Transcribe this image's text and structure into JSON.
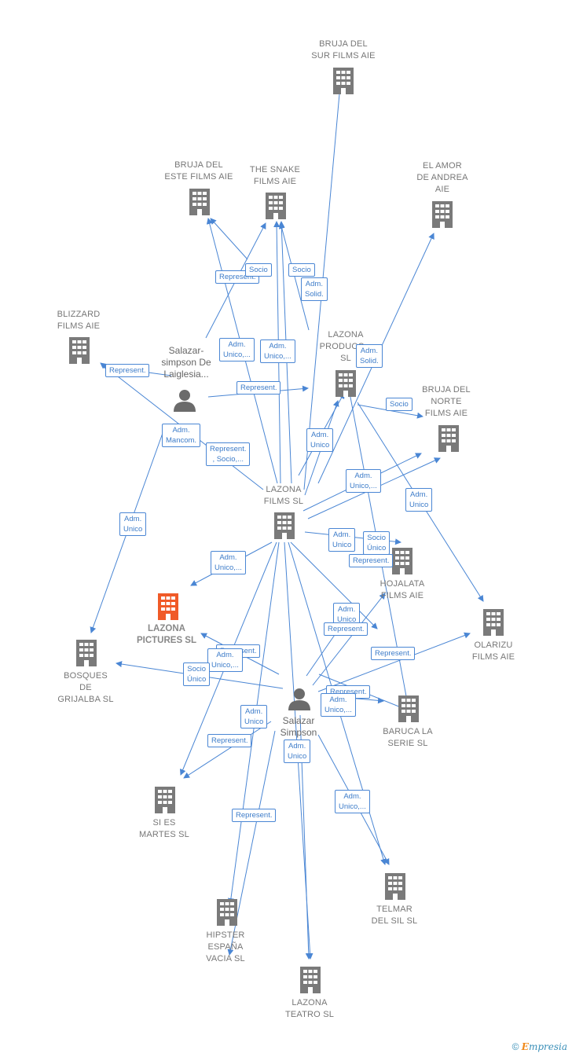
{
  "nodes": [
    {
      "id": "bruja_sur",
      "label": "BRUJA DEL\nSUR FILMS  AIE",
      "kind": "company"
    },
    {
      "id": "bruja_este",
      "label": "BRUJA DEL\nESTE FILMS AIE",
      "kind": "company"
    },
    {
      "id": "snake",
      "label": "THE SNAKE\nFILMS AIE",
      "kind": "company"
    },
    {
      "id": "amor",
      "label": "EL AMOR\nDE ANDREA\nAIE",
      "kind": "company"
    },
    {
      "id": "blizzard",
      "label": "BLIZZARD\nFILMS  AIE",
      "kind": "company"
    },
    {
      "id": "salazar_laiglesia",
      "label": "Salazar-\nsimpson De\nLaiglesia...",
      "kind": "person"
    },
    {
      "id": "lazona_prod",
      "label": "LAZONA\nPRODUCC...\nSL",
      "kind": "company"
    },
    {
      "id": "bruja_norte",
      "label": "BRUJA DEL\nNORTE\nFILMS AIE",
      "kind": "company"
    },
    {
      "id": "lazona_films",
      "label": "LAZONA\nFILMS SL",
      "kind": "company"
    },
    {
      "id": "hojalata",
      "label": "HOJALATA\nFILMS AIE",
      "kind": "company"
    },
    {
      "id": "lazona_pictures",
      "label": "LAZONA\nPICTURES  SL",
      "kind": "focus"
    },
    {
      "id": "olarizu",
      "label": "OLARIZU\nFILMS  AIE",
      "kind": "company"
    },
    {
      "id": "bosques",
      "label": "BOSQUES\nDE\nGRIJALBA SL",
      "kind": "company"
    },
    {
      "id": "salazar_simpson",
      "label": "Salazar\nSimpson",
      "kind": "person"
    },
    {
      "id": "baruca",
      "label": "BARUCA LA\nSERIE  SL",
      "kind": "company"
    },
    {
      "id": "si_es_martes",
      "label": "SI ES\nMARTES  SL",
      "kind": "company"
    },
    {
      "id": "telmar",
      "label": "TELMAR\nDEL SIL  SL",
      "kind": "company"
    },
    {
      "id": "hipster",
      "label": "HIPSTER\nESPAÑA\nVACIA  SL",
      "kind": "company"
    },
    {
      "id": "lazona_teatro",
      "label": "LAZONA\nTEATRO  SL",
      "kind": "company"
    }
  ],
  "edge_labels": [
    "Represent.",
    "Socio",
    "Socio",
    "Adm.\nSolid.",
    "Represent.",
    "Adm.\nUnico,...",
    "Adm.\nUnico,...",
    "Adm.\nSolid.",
    "Represent.",
    "Socio",
    "Adm.\nMancom.",
    "Represent.\n, Socio,...",
    "Adm.\nUnico",
    "Adm.\nUnico,...",
    "Adm.\nUnico",
    "Adm.\nUnico",
    "Adm.\nUnico",
    "Socio\nÚnico",
    "Represent.",
    "Adm.\nUnico,...",
    "Adm.\nUnico",
    "Represent.",
    "Represent.",
    "Adm.\nUnico,...",
    "Represent.",
    "Socio\nÚnico",
    "Represent.",
    "Adm.\nUnico,...",
    "Adm.\nUnico",
    "Represent.",
    "Adm.\nUnico",
    "Adm.\nUnico,...",
    "Represent."
  ],
  "colors": {
    "edge": "#4a86d4",
    "company_icon": "#7a7a7a",
    "focus_icon": "#f05a28",
    "person_icon": "#6b6b6b"
  },
  "footer": {
    "copyright": "©",
    "brand_e": "E",
    "brand_rest": "mpresia"
  }
}
